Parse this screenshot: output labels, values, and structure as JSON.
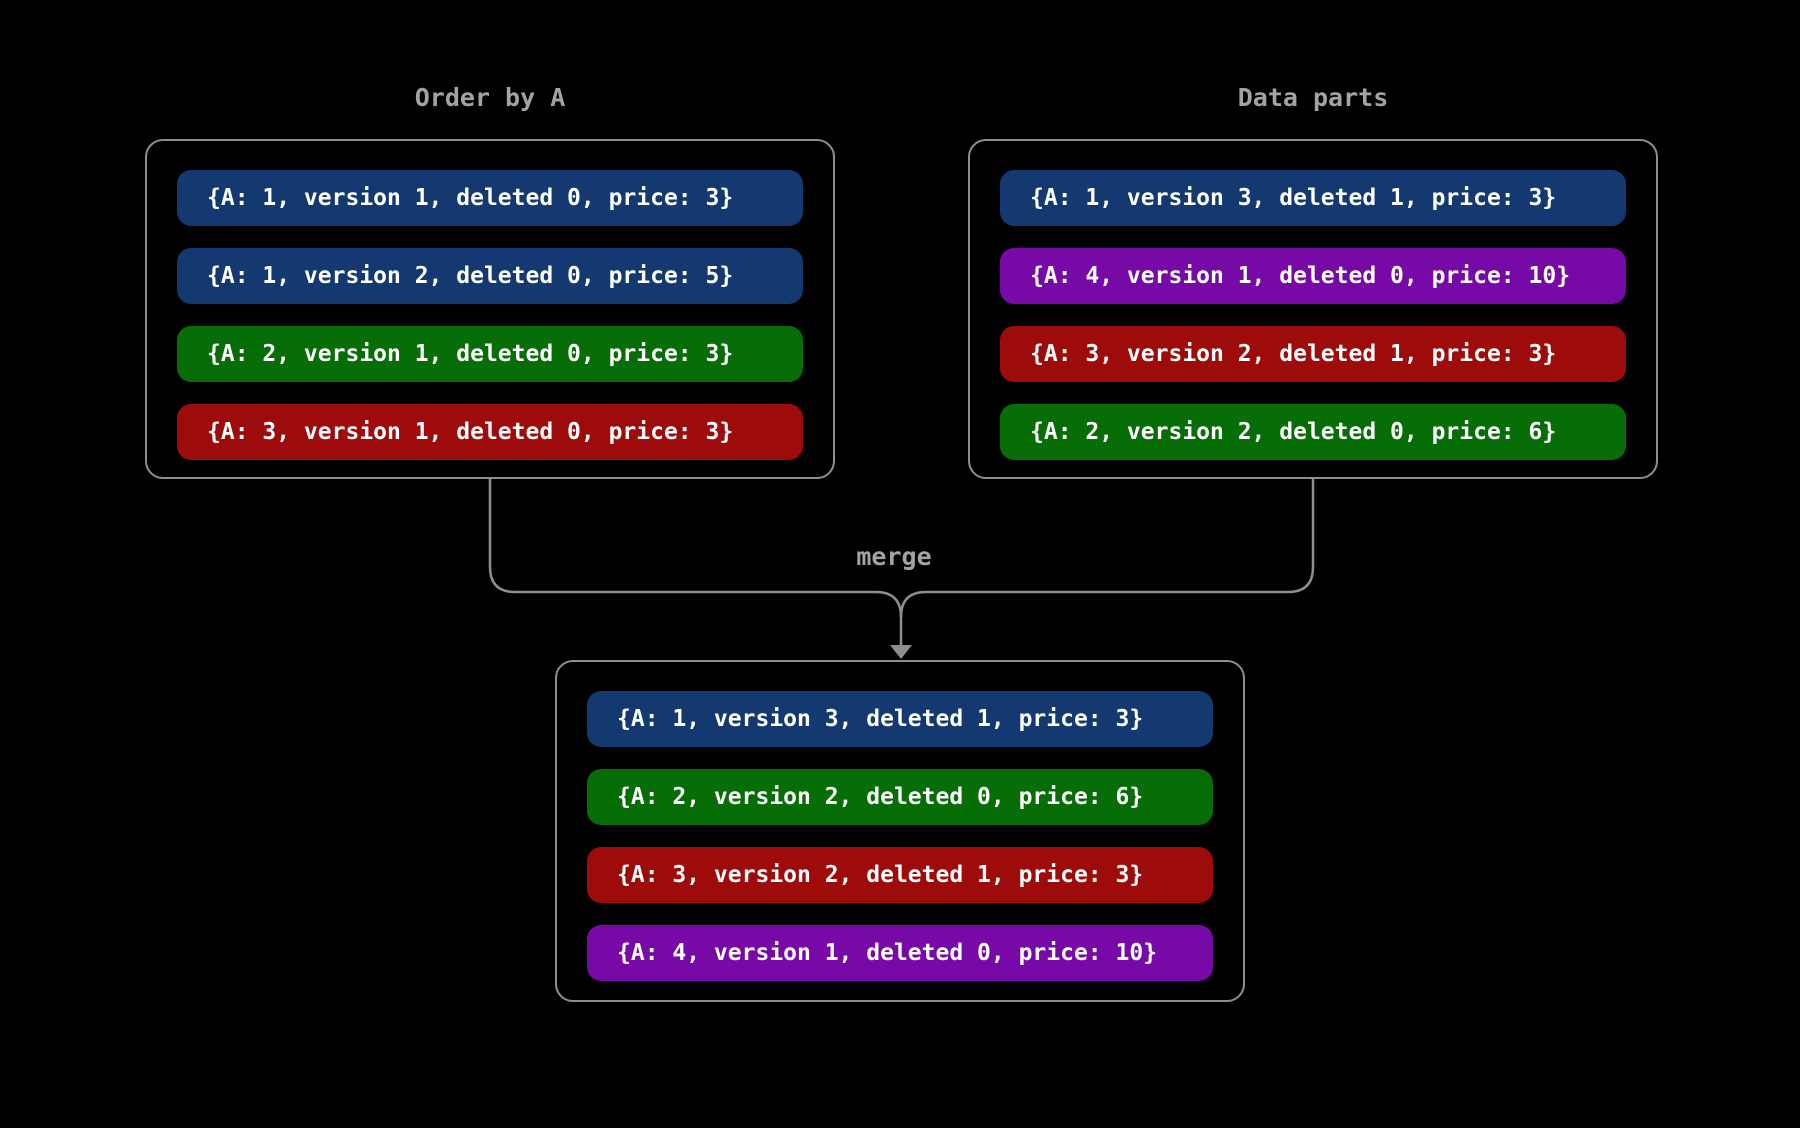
{
  "palette": {
    "blue": "#133970",
    "green": "#076d07",
    "red": "#9d0b0b",
    "purple": "#7709a6",
    "line_gray": "#8e8e8e",
    "label_gray": "#a3a3a3",
    "row_text": "#ffffff",
    "background": "#000000"
  },
  "merge_label": "merge",
  "left_box": {
    "title": "Order by A",
    "rows": [
      {
        "text": "{A: 1, version 1, deleted 0, price: 3}",
        "color": "#133970",
        "color_name": "blue"
      },
      {
        "text": "{A: 1, version 2, deleted 0, price: 5}",
        "color": "#133970",
        "color_name": "blue"
      },
      {
        "text": "{A: 2, version 1, deleted 0, price: 3}",
        "color": "#076d07",
        "color_name": "green"
      },
      {
        "text": "{A: 3, version 1, deleted 0, price: 3}",
        "color": "#9d0b0b",
        "color_name": "red"
      }
    ]
  },
  "right_box": {
    "title": "Data parts",
    "rows": [
      {
        "text": "{A: 1, version 3, deleted 1, price: 3}",
        "color": "#133970",
        "color_name": "blue"
      },
      {
        "text": "{A: 4, version 1, deleted 0, price: 10}",
        "color": "#7709a6",
        "color_name": "purple"
      },
      {
        "text": "{A: 3, version 2, deleted 1, price: 3}",
        "color": "#9d0b0b",
        "color_name": "red"
      },
      {
        "text": "{A: 2, version 2, deleted 0, price: 6}",
        "color": "#076d07",
        "color_name": "green"
      }
    ]
  },
  "merged_box": {
    "rows": [
      {
        "text": "{A: 1, version 3, deleted 1, price: 3}",
        "color": "#133970",
        "color_name": "blue"
      },
      {
        "text": "{A: 2, version 2, deleted 0, price: 6}",
        "color": "#076d07",
        "color_name": "green"
      },
      {
        "text": "{A: 3, version 2, deleted 1, price: 3}",
        "color": "#9d0b0b",
        "color_name": "red"
      },
      {
        "text": "{A: 4, version 1, deleted 0, price: 10}",
        "color": "#7709a6",
        "color_name": "purple"
      }
    ]
  }
}
